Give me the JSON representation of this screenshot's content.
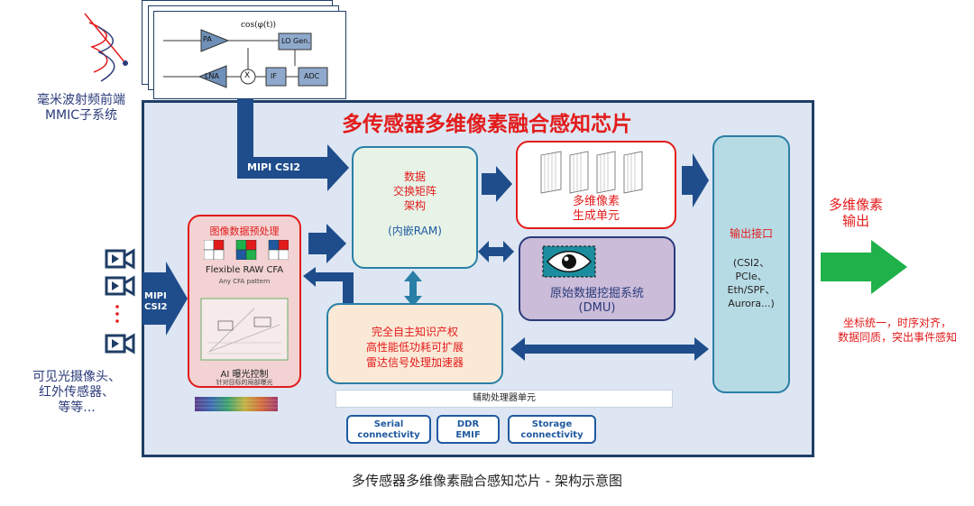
{
  "caption": "多传感器多维像素融合感知芯片 - 架构示意图",
  "chip_title": "多传感器多维像素融合感知芯片",
  "mmw": {
    "label_line1": "毫米波射频前端",
    "label_line2": "MMIC子系统",
    "blocks": [
      "PA",
      "LO Gen.",
      "LNA",
      "IF",
      "ADC"
    ],
    "cos_label": "cos(φ(t))",
    "mixer": "X"
  },
  "mipi_top": "MIPI CSI2",
  "mipi_left_line1": "MIPI",
  "mipi_left_line2": "CSI2",
  "cam_label": [
    "可见光摄像头、",
    "红外传感器、",
    "等等..."
  ],
  "data_matrix": {
    "line1": "数据",
    "line2": "交换矩阵",
    "line3": "架构",
    "line4": "(内嵌RAM)"
  },
  "multidim": {
    "line1": "多维像素",
    "line2": "生成单元"
  },
  "dmu": {
    "line1": "原始数据挖掘系统",
    "line2": "(DMU)"
  },
  "preproc": {
    "title": "图像数据预处理",
    "cfa_label": "Flexible RAW CFA",
    "cfa_sub": "Any CFA pattern",
    "ai_label": "AI 曝光控制",
    "ai_sub": "针对目标的局部曝光"
  },
  "radar": {
    "line1": "完全自主知识产权",
    "line2": "高性能低功耗可扩展",
    "line3": "雷达信号处理加速器"
  },
  "output_if": {
    "title": "输出接口",
    "lines": [
      "(CSI2、",
      "PCIe、",
      "Eth/SPF、",
      "Aurora...)"
    ]
  },
  "aux": {
    "title": "辅助处理器单元"
  },
  "buttons": [
    {
      "line1": "Serial",
      "line2": "connectivity"
    },
    {
      "line1": "DDR",
      "line2": "EMIF"
    },
    {
      "line1": "Storage",
      "line2": "connectivity"
    }
  ],
  "output": {
    "line1": "多维像素",
    "line2": "输出",
    "note1": "坐标统一，时序对齐，",
    "note2": "数据同质，突出事件感知"
  },
  "colors": {
    "red": "#e31b1b",
    "navy": "#1f3e66",
    "arrow_blue": "#1f4d8c",
    "green": "#1fb14a",
    "chip_bg": "#dde6f2"
  }
}
